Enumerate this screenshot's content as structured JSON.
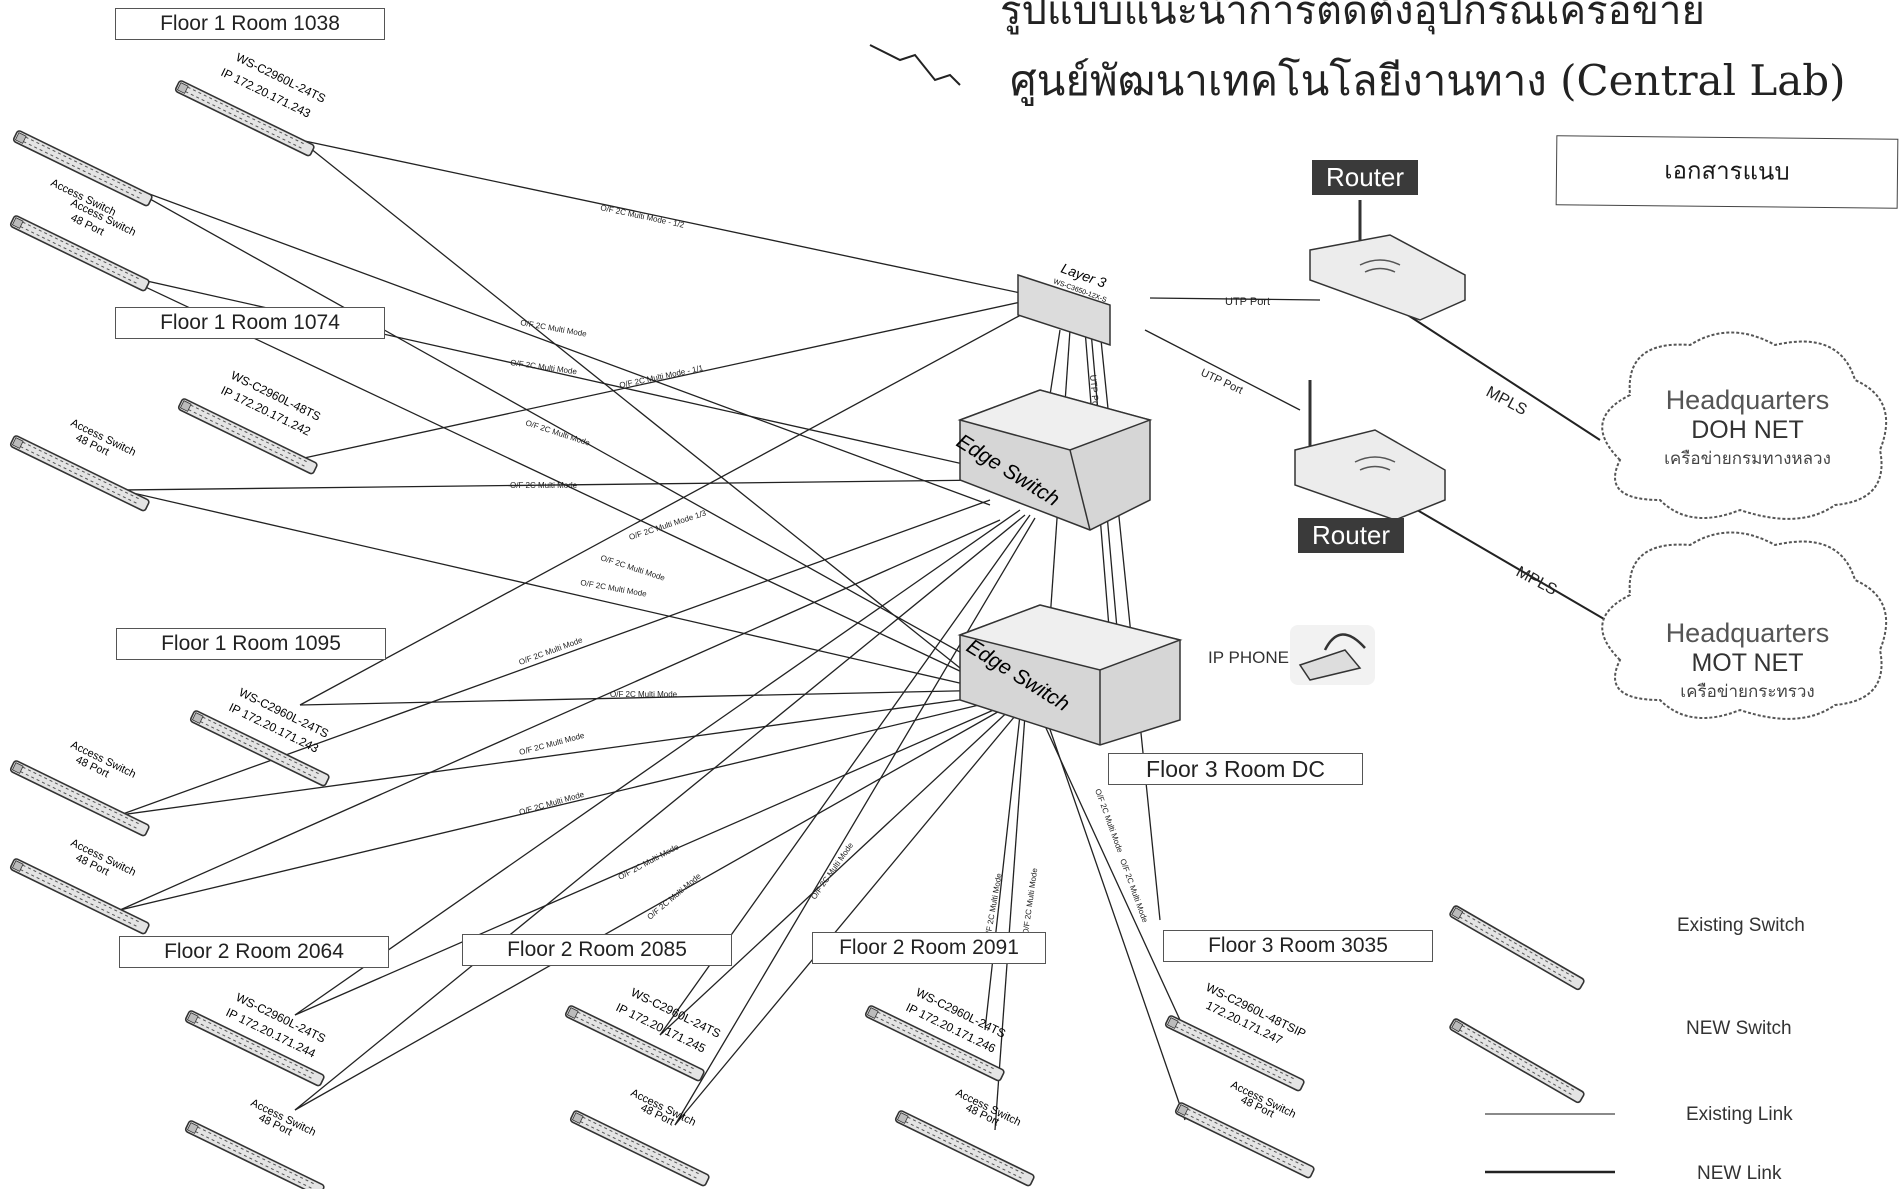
{
  "title_line1": "รูปแบบแนะนำการติดตั้งอุปกรณ์เครือข่าย",
  "title_line2": "ศูนย์พัฒนาเทคโนโลยีงานทาง (Central Lab)",
  "annex_label": "เอกสารแนบ",
  "rooms": {
    "r1038": "Floor 1 Room 1038",
    "r1074": "Floor 1 Room 1074",
    "r1095": "Floor 1 Room 1095",
    "r2064": "Floor 2 Room 2064",
    "r2085": "Floor 2 Room 2085",
    "r2091": "Floor 2 Room 2091",
    "r3035": "Floor 3 Room 3035",
    "dc": "Floor 3 Room DC"
  },
  "switches": {
    "s1038": {
      "model": "WS-C2960L-24TS",
      "ip": "IP 172.20.171.243"
    },
    "s1074": {
      "model": "WS-C2960L-48TS",
      "ip": "IP 172.20.171.242"
    },
    "s1095": {
      "model": "WS-C2960L-24TS",
      "ip": "IP 172.20.171.243"
    },
    "s2064": {
      "model": "WS-C2960L-24TS",
      "ip": "IP 172.20.171.244"
    },
    "s2085": {
      "model": "WS-C2960L-24TS",
      "ip": "IP 172.20.171.245"
    },
    "s2091": {
      "model": "WS-C2960L-24TS",
      "ip": "IP 172.20.171.246"
    },
    "s3035": {
      "model": "WS-C2960L-48TSIP",
      "ip": "172.20.171.247"
    }
  },
  "access_switch": {
    "line1": "Access Switch",
    "line2": "48 Port"
  },
  "core": {
    "title": "Layer 3",
    "model": "WS-C3650-12X-S"
  },
  "edge_switch": "Edge Switch",
  "ip_phone": "IP PHONE",
  "router_label": "Router",
  "link_labels": {
    "fiber": "O/F 2C Multi Mode",
    "fiber_12": "O/F 2C Multi Mode - 1/2",
    "fiber_11": "O/F 2C Multi Mode - 1/1",
    "fiber_13": "O/F 2C Multi Mode 1/3",
    "utp": "UTP Port",
    "mpls": "MPLS"
  },
  "clouds": {
    "doh": {
      "line1": "Headquarters",
      "line2": "DOH NET",
      "line3": "เครือข่ายกรมทางหลวง"
    },
    "mot": {
      "line1": "Headquarters",
      "line2": "MOT NET",
      "line3": "เครือข่ายกระทรวง"
    }
  },
  "legend": {
    "existing_switch": "Existing Switch",
    "new_switch": "NEW Switch",
    "existing_link": "Existing Link",
    "new_link": "NEW Link"
  }
}
